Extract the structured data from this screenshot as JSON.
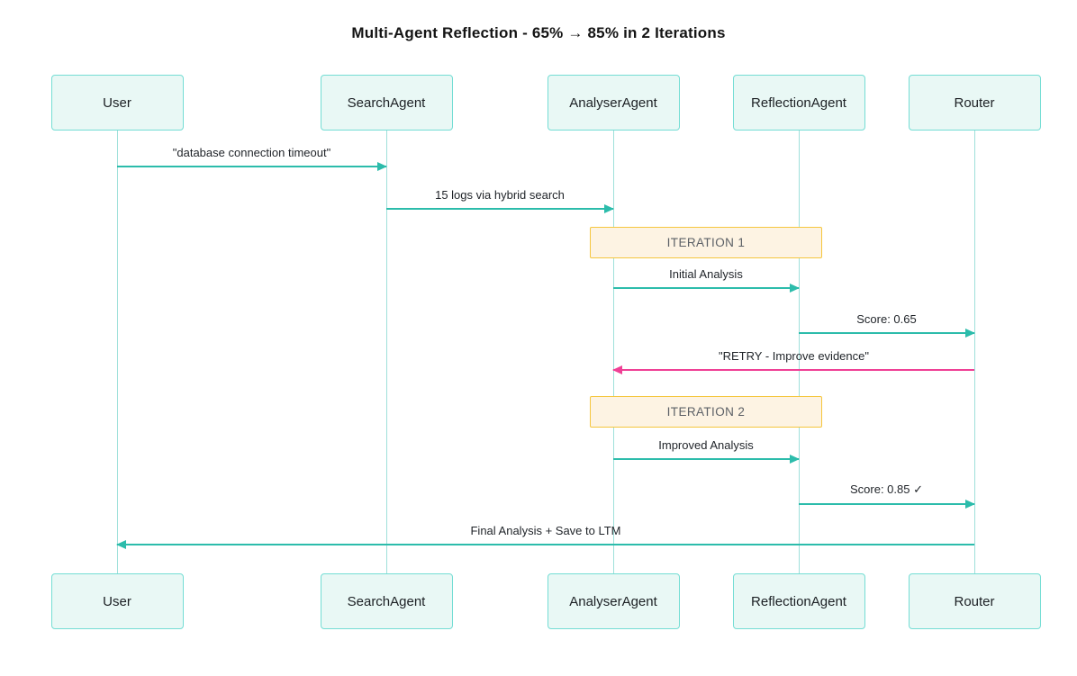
{
  "title": "Multi-Agent Reflection - 65% → 85% in 2 Iterations",
  "diagram": {
    "type": "sequence",
    "actors": [
      {
        "id": "user",
        "label": "User"
      },
      {
        "id": "search-agent",
        "label": "SearchAgent"
      },
      {
        "id": "analyser-agent",
        "label": "AnalyserAgent"
      },
      {
        "id": "reflection-agent",
        "label": "ReflectionAgent"
      },
      {
        "id": "router",
        "label": "Router"
      }
    ],
    "messages": [
      {
        "text": "\"database connection timeout\"",
        "from": "user",
        "to": "search-agent",
        "color": "teal"
      },
      {
        "text": "15 logs via hybrid search",
        "from": "search-agent",
        "to": "analyser-agent",
        "color": "teal"
      },
      {
        "text": "Initial Analysis",
        "from": "analyser-agent",
        "to": "reflection-agent",
        "color": "teal"
      },
      {
        "text": "Score: 0.65",
        "from": "reflection-agent",
        "to": "router",
        "color": "teal"
      },
      {
        "text": "\"RETRY - Improve evidence\"",
        "from": "router",
        "to": "analyser-agent",
        "color": "pink"
      },
      {
        "text": "Improved Analysis",
        "from": "analyser-agent",
        "to": "reflection-agent",
        "color": "teal"
      },
      {
        "text": "Score: 0.85 ✓",
        "from": "reflection-agent",
        "to": "router",
        "color": "teal"
      },
      {
        "text": "Final Analysis + Save to LTM",
        "from": "router",
        "to": "user",
        "color": "teal"
      }
    ],
    "notes": [
      {
        "text": "ITERATION 1",
        "over": [
          "analyser-agent",
          "reflection-agent"
        ]
      },
      {
        "text": "ITERATION 2",
        "over": [
          "analyser-agent",
          "reflection-agent"
        ]
      }
    ],
    "colors": {
      "teal": "#2cbcab",
      "pink": "#ef4095",
      "actor_fill": "#e9f8f5",
      "actor_border": "#74ddd4",
      "lifeline": "#9fe0da",
      "note_fill": "#fdf3e3",
      "note_border": "#f5c63e",
      "note_text": "#5c6066"
    }
  }
}
